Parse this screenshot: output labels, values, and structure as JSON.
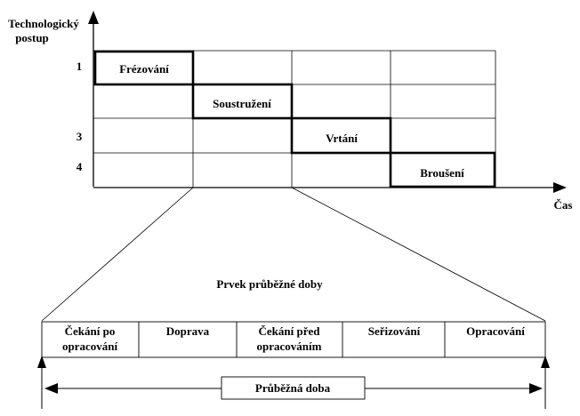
{
  "axes": {
    "y_label_line1": "Technologický",
    "y_label_line2": "postup",
    "x_label": "Čas",
    "row_numbers": [
      "1",
      "",
      "3",
      "4"
    ]
  },
  "operations": [
    "Frézování",
    "Soustružení",
    "Vrtání",
    "Broušení"
  ],
  "detail": {
    "title": "Prvek průběžné doby",
    "elements": [
      [
        "Čekání po",
        "opracování"
      ],
      [
        "Doprava"
      ],
      [
        "Čekání před",
        "opracováním"
      ],
      [
        "Seřizování"
      ],
      [
        "Opracování"
      ]
    ],
    "span_label": "Průběžná doba"
  },
  "colors": {
    "line": "#000000",
    "background": "#ffffff"
  }
}
